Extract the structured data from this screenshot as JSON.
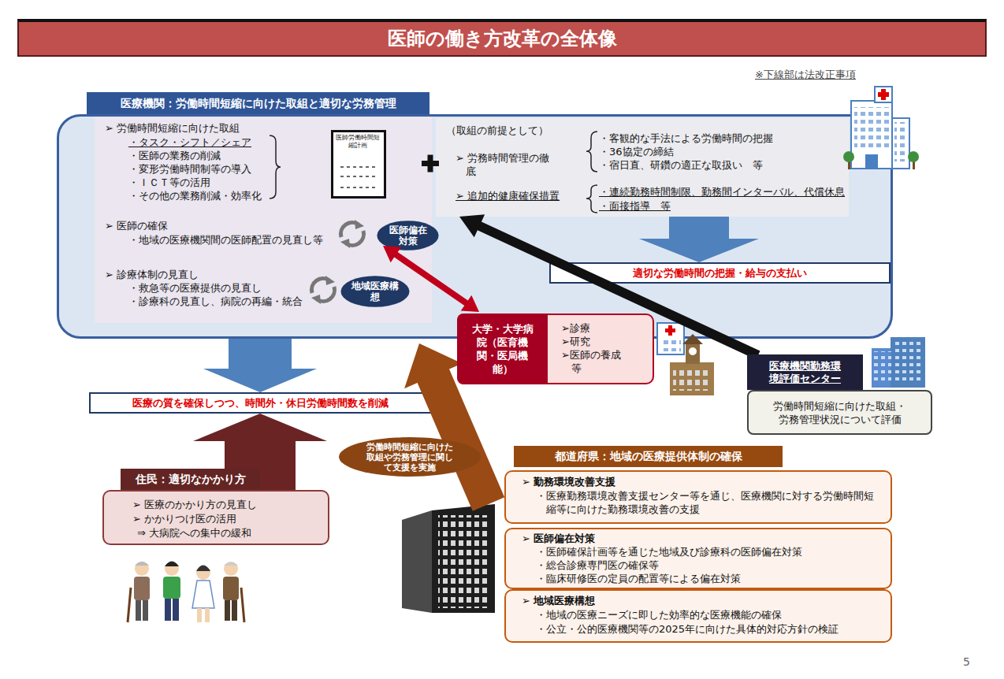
{
  "diagram": {
    "title": "医師の働き方改革の全体像",
    "nodes": [
      {
        "text": [
          "医療機関：労働時間短縮に向けた取組と適切な労務管理"
        ]
      },
      {
        "text": [
          "➢ 労働時間短縮に向けた取組",
          "・タスク・シフト／シェア",
          "・医師の業務の削減",
          "・変形労働時間制等の導入",
          "・ＩＣＴ等の活用",
          "・その他の業務削減・効率化",
          "➢ 医師の確保",
          "・地域の医療機関間の医師配置の見直し等",
          "➢ 診療体制の見直し",
          "・救急等の医療提供の見直し",
          "・診療科の見直し、病院の再編・統合"
        ],
        "in": 0
      },
      {
        "text": [
          "医師労働時間短縮計画"
        ],
        "in": 1
      },
      {
        "text": [
          "医師偏在対策"
        ],
        "in": 1
      },
      {
        "text": [
          "地域医療構想"
        ],
        "in": 1
      },
      {
        "text": [
          "（取組の前提として）",
          "➢ 労務時間管理の徹底",
          "・客観的な手法による労働時間の把握",
          "・36協定の締結",
          "・宿日直、研鑽の適正な取扱い　等",
          "➢ 追加的健康確保措置",
          "・連続勤務時間制限、勤務間インターバル、代償休息",
          "・面接指導　等"
        ],
        "in": 0
      },
      {
        "text": [
          "適切な労働時間の把握・給与の支払い"
        ],
        "in": 0
      },
      {
        "text": [
          "医療の質を確保しつつ、時間外・休日労働時間数を削減"
        ]
      },
      {
        "text": [
          "大学・大学病院（医育機関・医局機能）",
          "➢診療",
          "➢研究",
          "➢医師の養成 等"
        ]
      },
      {
        "text": [
          "医療機関勤務環境評価センター",
          "労働時間短縮に向けた取組・労務管理状況について評価"
        ]
      },
      {
        "text": [
          "住民：適切なかかり方",
          "➢ 医療のかかり方の見直し",
          "➢ かかりつけ医の活用",
          "⇒ 大病院への集中の緩和"
        ]
      },
      {
        "text": [
          "都道府県：地域の医療提供体制の確保"
        ]
      },
      {
        "text": [
          "➢ 勤務環境改善支援",
          "・医療勤務環境改善支援センター等を通じ、医療機関に対する労働時間短縮等に向けた勤務環境改善の支援"
        ],
        "in": 11
      },
      {
        "text": [
          "➢ 医師偏在対策",
          "・医師確保計画等を通じた地域及び診療科の医師偏在対策",
          "・総合診療専門医の確保等",
          "・臨床研修医の定員の配置等による偏在対策"
        ],
        "in": 11
      },
      {
        "text": [
          "➢ 地域医療構想",
          "・地域の医療ニーズに即した効率的な医療機能の確保",
          "・公立・公的医療機関等の2025年に向けた具体的対応方針の検証"
        ],
        "in": 11
      }
    ],
    "edges": [
      {
        "from": 3,
        "to": 8,
        "arrow": "both"
      },
      {
        "from": 9,
        "to": 5,
        "arrow": "to"
      },
      {
        "from": 5,
        "to": 6,
        "arrow": "to"
      },
      {
        "from": 0,
        "to": 7,
        "arrow": "to"
      },
      {
        "from": 10,
        "to": 7,
        "arrow": "to"
      },
      {
        "from": 11,
        "to": 0,
        "arrow": "to",
        "label": "労働時間短縮に向けた取組や労務管理に関して支援を実施"
      }
    ],
    "labels": [
      "※下線部は法改正事項",
      "5"
    ]
  }
}
